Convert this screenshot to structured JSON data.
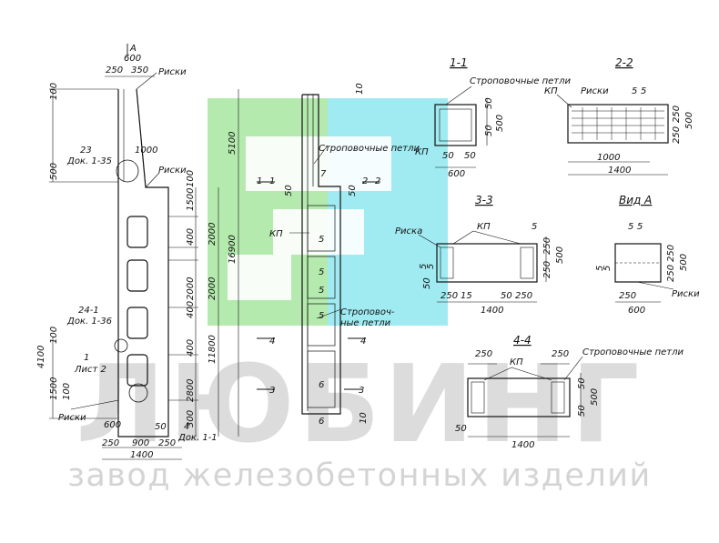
{
  "watermark": {
    "brand": "ЛЮБИНГ",
    "tagline": "завод железобетонных изделий",
    "colors": {
      "green": "#a8e6a0",
      "cyan": "#8fe8f0",
      "text": "#d4d4d4"
    }
  },
  "column": {
    "arrow_label": "А",
    "dims": [
      "600",
      "250",
      "350",
      "100",
      "5100",
      "1000",
      "500",
      "100",
      "1500",
      "400",
      "2000",
      "2000",
      "400",
      "2000",
      "400",
      "2800",
      "11800",
      "16900",
      "300",
      "4100",
      "100",
      "1500",
      "100",
      "600",
      "250",
      "900",
      "250",
      "1400",
      "50"
    ],
    "callouts": [
      "Риски",
      "23",
      "Док. 1-35",
      "Риски",
      "24-1",
      "Док. 1-36",
      "1",
      "Лист 2",
      "Риски",
      "4",
      "Док. 1-1"
    ]
  },
  "side_view": {
    "dims": [
      "10",
      "50",
      "7",
      "50",
      "5",
      "5",
      "5",
      "5",
      "6",
      "6",
      "10"
    ],
    "callouts": [
      "Строповочные петли",
      "КП",
      "Строповоч-",
      "ные петли"
    ],
    "section_marks": [
      "1",
      "1",
      "2",
      "2",
      "4",
      "4",
      "3",
      "3"
    ]
  },
  "section_1_1": {
    "title": "1-1",
    "labels": [
      "Строповочные петли",
      "КП"
    ],
    "dims": [
      "50",
      "500",
      "50",
      "50",
      "50",
      "600"
    ]
  },
  "section_2_2": {
    "title": "2-2",
    "labels": [
      "КП",
      "Риски"
    ],
    "dims": [
      "5",
      "5",
      "250",
      "250",
      "500",
      "1000",
      "1400"
    ]
  },
  "section_3_3": {
    "title": "3-3",
    "labels": [
      "Риска",
      "КП"
    ],
    "dims": [
      "5",
      "5",
      "5",
      "50",
      "250",
      "250",
      "500",
      "250",
      "15",
      "50",
      "250",
      "1400"
    ]
  },
  "view_a": {
    "title": "Вид А",
    "labels": [
      "Риски"
    ],
    "dims": [
      "5",
      "5",
      "5",
      "5",
      "250",
      "250",
      "500",
      "250",
      "600"
    ]
  },
  "section_4_4": {
    "title": "4-4",
    "labels": [
      "КП",
      "Строповочные петли"
    ],
    "dims": [
      "250",
      "250",
      "50",
      "500",
      "50",
      "50",
      "1400"
    ]
  }
}
